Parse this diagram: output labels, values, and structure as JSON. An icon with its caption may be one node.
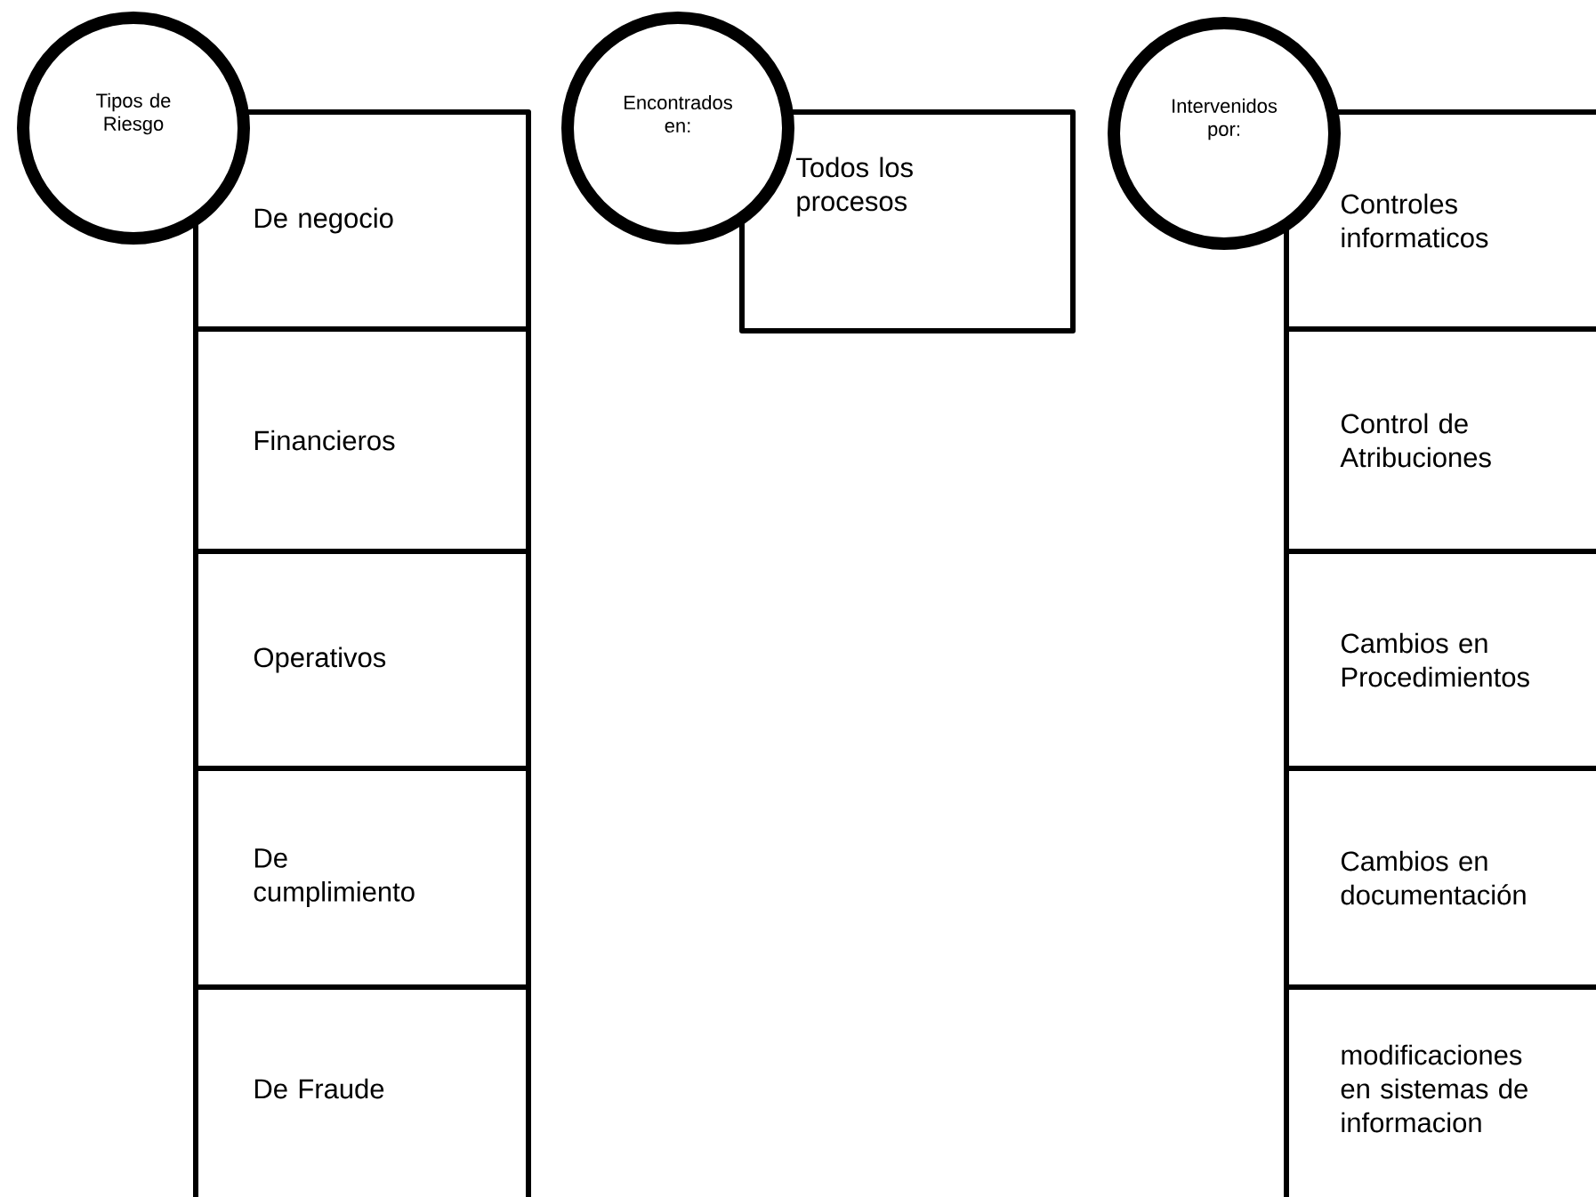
{
  "diagram": {
    "nodes": [
      {
        "text": [
          "Tipos de Riesgo"
        ]
      },
      {
        "text": [
          "De negocio"
        ]
      },
      {
        "text": [
          "Financieros"
        ]
      },
      {
        "text": [
          "Operativos"
        ]
      },
      {
        "text": [
          "De cumplimiento"
        ]
      },
      {
        "text": [
          "De Fraude"
        ]
      },
      {
        "text": [
          "Encontrados en:"
        ]
      },
      {
        "text": [
          "Todos los procesos"
        ]
      },
      {
        "text": [
          "Intervenidos por:"
        ]
      },
      {
        "text": [
          "Controles informaticos"
        ]
      },
      {
        "text": [
          "Control de Atribuciones"
        ]
      },
      {
        "text": [
          "Cambios en Procedimientos"
        ]
      },
      {
        "text": [
          "Cambios en documentación"
        ]
      },
      {
        "text": [
          "modificaciones en sistemas de informacion"
        ]
      }
    ]
  }
}
